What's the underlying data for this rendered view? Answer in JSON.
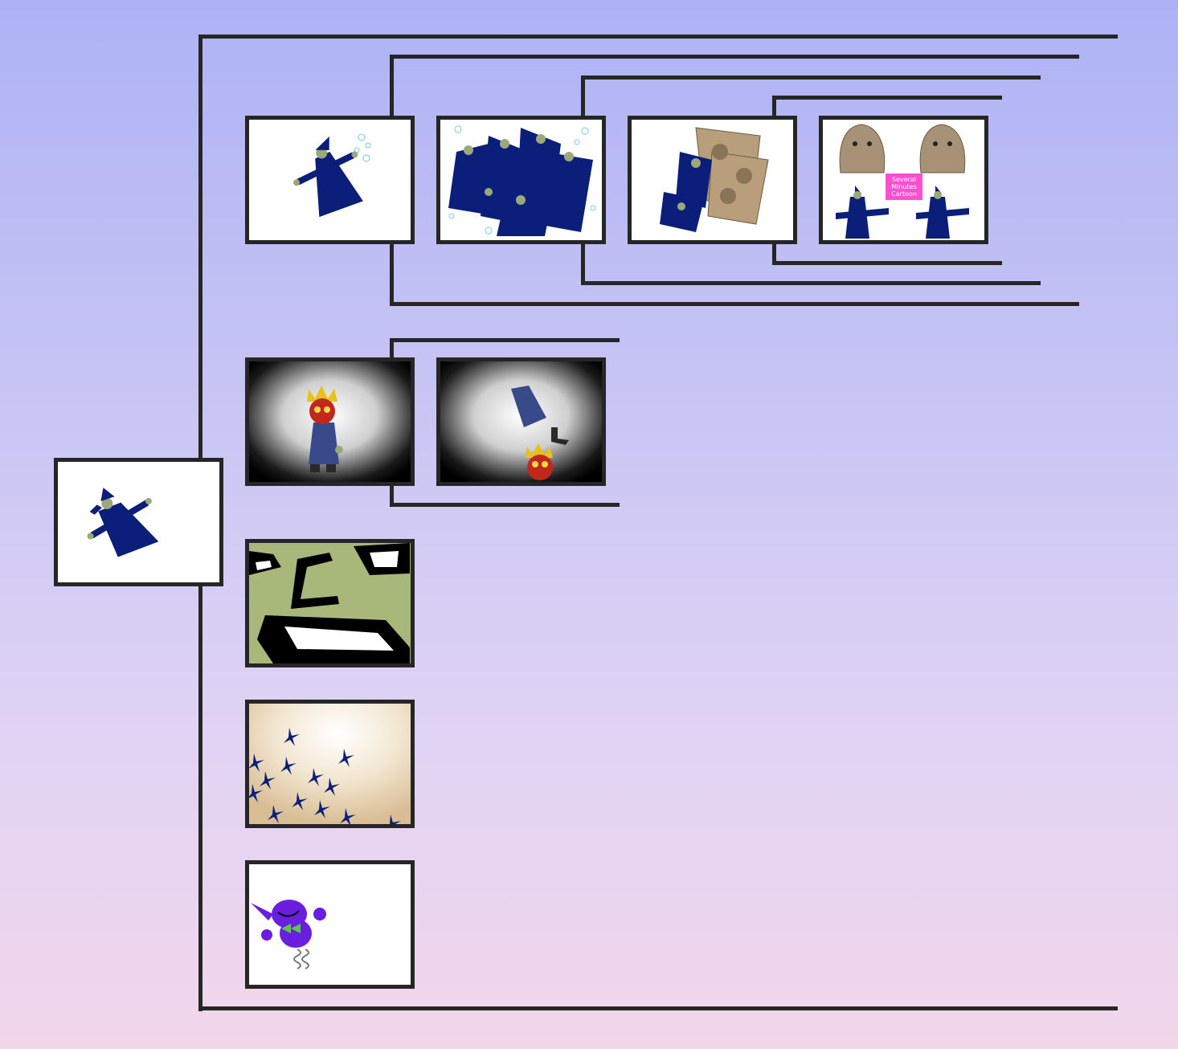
{
  "tree": {
    "root": {
      "label": "",
      "icon": "wizard-icon",
      "colors": {
        "robe": "#0b1f7a",
        "trim": "#9aa87a"
      }
    },
    "branches": [
      {
        "id": "branch-wizards",
        "nodes": [
          {
            "icon": "wizard-with-sparkles-icon"
          },
          {
            "icon": "wizard-crowd-icon"
          },
          {
            "icon": "wizard-squirrel-collage-icon"
          },
          {
            "icon": "squirrels-and-wizards-icon",
            "caption": "Several Minutes Cartoon"
          }
        ]
      },
      {
        "id": "branch-mask",
        "nodes": [
          {
            "icon": "masked-figure-spotlight-icon"
          },
          {
            "icon": "falling-robe-mask-icon"
          }
        ]
      },
      {
        "id": "branch-closeup",
        "nodes": [
          {
            "icon": "green-face-closeup-icon",
            "colors": {
              "skin": "#a8b77a"
            }
          }
        ]
      },
      {
        "id": "branch-swarm",
        "nodes": [
          {
            "icon": "wizard-swarm-icon"
          }
        ]
      },
      {
        "id": "branch-purple",
        "nodes": [
          {
            "icon": "purple-creature-icon",
            "colors": {
              "body": "#6a1fe0",
              "bow": "#57c84a"
            }
          }
        ]
      }
    ]
  },
  "palette": {
    "line": "#262626",
    "bg_top": "#aeb2f5",
    "bg_bottom": "#f2d6ea"
  }
}
